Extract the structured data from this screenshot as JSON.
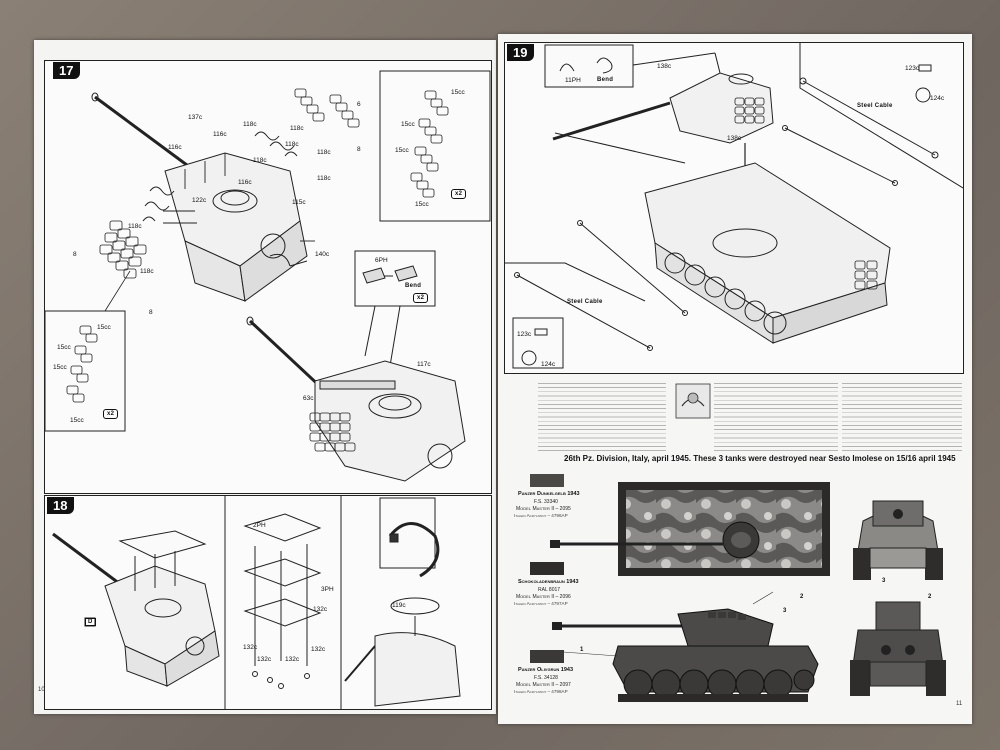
{
  "left_page": {
    "page_number": "10",
    "step17": {
      "number": "17",
      "labels": [
        "137c",
        "116c",
        "116c",
        "118c",
        "118c",
        "118c",
        "118c",
        "118c",
        "118c",
        "116c",
        "122c",
        "115c",
        "118c",
        "118c",
        "140c",
        "6",
        "8",
        "8",
        "8"
      ],
      "tracks_inset": {
        "labels": [
          "15cc",
          "15cc",
          "15cc",
          "15cc"
        ],
        "multiplier": "x2"
      },
      "tracks_inset2": {
        "labels": [
          "15cc",
          "15cc",
          "15cc",
          "15cc"
        ],
        "multiplier": "x2"
      },
      "bend_inset": {
        "part": "6PH",
        "action": "Bend",
        "multiplier": "x2"
      },
      "labels_lower": [
        "63c",
        "117c"
      ]
    },
    "step18": {
      "number": "18",
      "labels": [
        "2PH",
        "3PH",
        "132c",
        "132c",
        "132c",
        "132c",
        "132c",
        "119c"
      ],
      "ref_label": "D"
    }
  },
  "right_page": {
    "page_number": "11",
    "step19": {
      "number": "19",
      "bend_part": "11PH",
      "bend_action": "Bend",
      "labels": [
        "138c",
        "138c",
        "123c",
        "124c",
        "123c",
        "124c"
      ],
      "steel_cable_1": "Steel Cable",
      "steel_cable_2": "Steel Cable"
    },
    "decal_caption": "26th Pz. Division, Italy, april 1945. These 3 tanks were destroyed near Sesto Imolese on 15/16 april 1945",
    "paints": [
      {
        "name": "Panzer Dunkelgelb 1943",
        "code": "F.S. 33340",
        "mm": "Model Master II – 2095",
        "acryl": "Italeri Acrylpaint – 4796AP",
        "color": "#4a4946"
      },
      {
        "name": "Schokoladenbraun 1943",
        "code": "RAL 8017",
        "mm": "Model Master II – 2096",
        "acryl": "Italeri Acrylpaint – 4797AP",
        "color": "#2f2d2c"
      },
      {
        "name": "Panzer Olivgrun 1943",
        "code": "F.S. 34128",
        "mm": "Model Master II – 2097",
        "acryl": "Italeri Acrylpaint – 4798AP",
        "color": "#3a3938"
      }
    ],
    "marking_refs": [
      "1",
      "2",
      "3",
      "3",
      "2"
    ]
  }
}
